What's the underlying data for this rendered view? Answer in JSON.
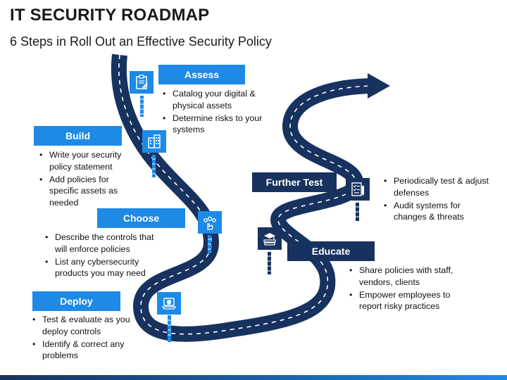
{
  "title": "IT SECURITY ROADMAP",
  "subtitle": "6 Steps in Roll Out an Effective Security Policy",
  "steps": {
    "assess": {
      "label": "Assess",
      "icon": "clipboard-icon",
      "bullets": [
        "Catalog your digital & physical assets",
        "Determine risks to your systems"
      ]
    },
    "build": {
      "label": "Build",
      "icon": "building-icon",
      "bullets": [
        "Write your security policy statement",
        "Add policies for specific assets as needed"
      ]
    },
    "choose": {
      "label": "Choose",
      "icon": "team-hand-icon",
      "bullets": [
        "Describe the controls that will enforce policies",
        "List any cybersecurity products you may need"
      ]
    },
    "deploy": {
      "label": "Deploy",
      "icon": "laptop-shield-icon",
      "bullets": [
        "Test & evaluate as you deploy controls",
        "Identify & correct any problems"
      ]
    },
    "educate": {
      "label": "Educate",
      "icon": "books-graduation-icon",
      "bullets": [
        "Share policies with staff, vendors, clients",
        "Empower employees to report risky practices"
      ]
    },
    "further_test": {
      "label": "Further Test",
      "icon": "checklist-pen-icon",
      "bullets": [
        "Periodically test & adjust defenses",
        "Audit systems for changes & threats"
      ]
    }
  },
  "colors": {
    "road": "#17325e",
    "accent_blue": "#1e8ae6",
    "navy": "#17325e"
  }
}
